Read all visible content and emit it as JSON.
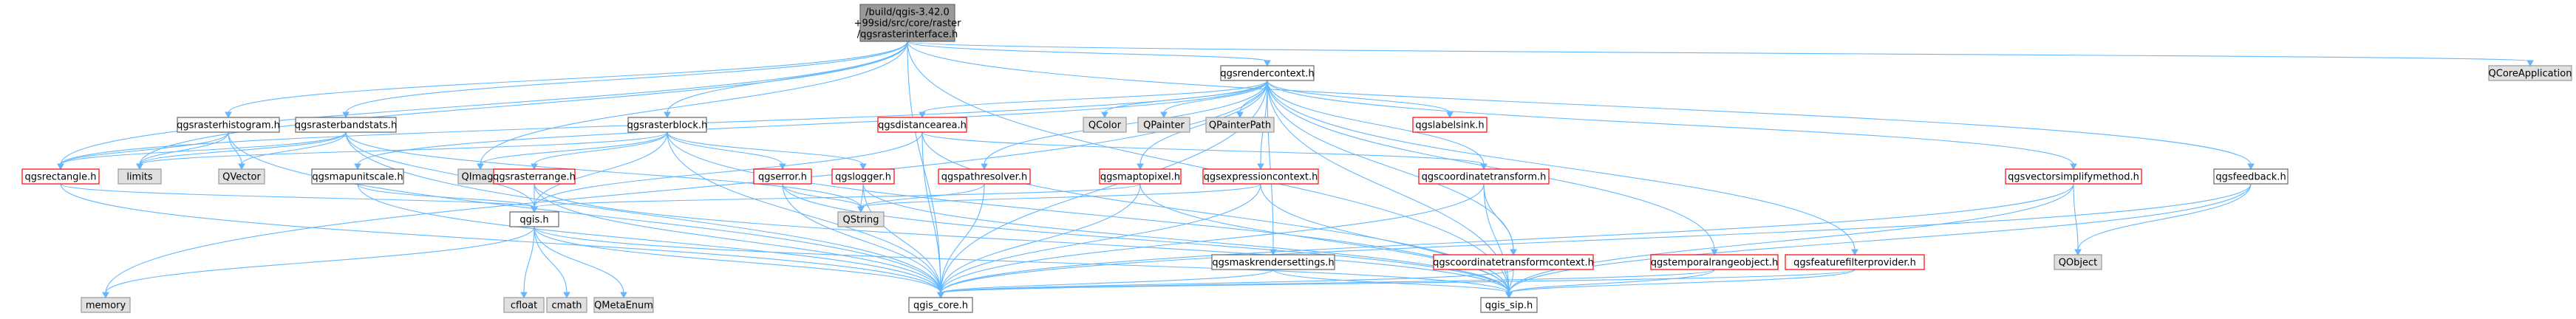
{
  "graph": {
    "root": "root",
    "colors": {
      "edge": "#63b8ff",
      "root_fill": "#999999",
      "root_border": "#666666",
      "node_fill": "#ffffff",
      "node_border": "#666666",
      "red_border": "#ff0000",
      "external_fill": "#e0e0e0",
      "external_border": "#999999"
    },
    "nodes": [
      {
        "id": "root",
        "lines": [
          "/build/qgis-3.42.0",
          "+99sid/src/core/raster",
          "/qgsrasterinterface.h"
        ],
        "kind": "root"
      },
      {
        "id": "qgsrendercontext",
        "lines": [
          "qgsrendercontext.h"
        ],
        "kind": "normal"
      },
      {
        "id": "QCoreApplication",
        "lines": [
          "QCoreApplication"
        ],
        "kind": "external"
      },
      {
        "id": "qgsrasterhistogram",
        "lines": [
          "qgsrasterhistogram.h"
        ],
        "kind": "normal"
      },
      {
        "id": "qgsrasterbandstats",
        "lines": [
          "qgsrasterbandstats.h"
        ],
        "kind": "normal"
      },
      {
        "id": "qgsrasterblock",
        "lines": [
          "qgsrasterblock.h"
        ],
        "kind": "normal"
      },
      {
        "id": "qgsdistancearea",
        "lines": [
          "qgsdistancearea.h"
        ],
        "kind": "red"
      },
      {
        "id": "QColor",
        "lines": [
          "QColor"
        ],
        "kind": "external"
      },
      {
        "id": "QPainter",
        "lines": [
          "QPainter"
        ],
        "kind": "external"
      },
      {
        "id": "QPainterPath",
        "lines": [
          "QPainterPath"
        ],
        "kind": "external"
      },
      {
        "id": "qgslabelsink",
        "lines": [
          "qgslabelsink.h"
        ],
        "kind": "red"
      },
      {
        "id": "qgsrectangle",
        "lines": [
          "qgsrectangle.h"
        ],
        "kind": "red"
      },
      {
        "id": "limits",
        "lines": [
          "limits"
        ],
        "kind": "external"
      },
      {
        "id": "QVector",
        "lines": [
          "QVector"
        ],
        "kind": "external"
      },
      {
        "id": "QImage",
        "lines": [
          "QImage"
        ],
        "kind": "external"
      },
      {
        "id": "qgsmapunitscale",
        "lines": [
          "qgsmapunitscale.h"
        ],
        "kind": "normal"
      },
      {
        "id": "qgsrasterrange",
        "lines": [
          "qgsrasterrange.h"
        ],
        "kind": "red"
      },
      {
        "id": "qgserror",
        "lines": [
          "qgserror.h"
        ],
        "kind": "red"
      },
      {
        "id": "qgslogger",
        "lines": [
          "qgslogger.h"
        ],
        "kind": "red"
      },
      {
        "id": "qgspathresolver",
        "lines": [
          "qgspathresolver.h"
        ],
        "kind": "red"
      },
      {
        "id": "qgsmaptopixel",
        "lines": [
          "qgsmaptopixel.h"
        ],
        "kind": "red"
      },
      {
        "id": "qgsexpressioncontext",
        "lines": [
          "qgsexpressioncontext.h"
        ],
        "kind": "red"
      },
      {
        "id": "qgscoordinatetransform",
        "lines": [
          "qgscoordinatetransform.h"
        ],
        "kind": "red"
      },
      {
        "id": "qgsvectorsimplifymethod",
        "lines": [
          "qgsvectorsimplifymethod.h"
        ],
        "kind": "red"
      },
      {
        "id": "qgsfeedback",
        "lines": [
          "qgsfeedback.h"
        ],
        "kind": "normal"
      },
      {
        "id": "QString",
        "lines": [
          "QString"
        ],
        "kind": "external"
      },
      {
        "id": "qgis",
        "lines": [
          "qgis.h"
        ],
        "kind": "normal"
      },
      {
        "id": "qgsmaskrendersettings",
        "lines": [
          "qgsmaskrendersettings.h"
        ],
        "kind": "normal"
      },
      {
        "id": "qgscoordinatetransformcontext",
        "lines": [
          "qgscoordinatetransformcontext.h"
        ],
        "kind": "red"
      },
      {
        "id": "qgstemporalrangeobject",
        "lines": [
          "qgstemporalrangeobject.h"
        ],
        "kind": "red"
      },
      {
        "id": "qgsfeaturefilterprovider",
        "lines": [
          "qgsfeaturefilterprovider.h"
        ],
        "kind": "red"
      },
      {
        "id": "QObject",
        "lines": [
          "QObject"
        ],
        "kind": "external"
      },
      {
        "id": "memory",
        "lines": [
          "memory"
        ],
        "kind": "external"
      },
      {
        "id": "cfloat",
        "lines": [
          "cfloat"
        ],
        "kind": "external"
      },
      {
        "id": "cmath",
        "lines": [
          "cmath"
        ],
        "kind": "external"
      },
      {
        "id": "QMetaEnum",
        "lines": [
          "QMetaEnum"
        ],
        "kind": "external"
      },
      {
        "id": "qgis_core",
        "lines": [
          "qgis_core.h"
        ],
        "kind": "normal"
      },
      {
        "id": "qgis_sip",
        "lines": [
          "qgis_sip.h"
        ],
        "kind": "normal"
      }
    ],
    "edges": [
      [
        "root",
        "qgsrendercontext"
      ],
      [
        "root",
        "QCoreApplication"
      ],
      [
        "root",
        "qgsrasterhistogram"
      ],
      [
        "root",
        "qgsrasterbandstats"
      ],
      [
        "root",
        "qgsrasterblock"
      ],
      [
        "root",
        "QImage"
      ],
      [
        "root",
        "qgsrectangle"
      ],
      [
        "root",
        "limits"
      ],
      [
        "root",
        "qgsfeedback"
      ],
      [
        "root",
        "qgis_core"
      ],
      [
        "root",
        "qgis_sip"
      ],
      [
        "qgsrendercontext",
        "QColor"
      ],
      [
        "qgsrendercontext",
        "QPainter"
      ],
      [
        "qgsrendercontext",
        "QPainterPath"
      ],
      [
        "qgsrendercontext",
        "qgslabelsink"
      ],
      [
        "qgsrendercontext",
        "qgsdistancearea"
      ],
      [
        "qgsrendercontext",
        "qgscoordinatetransform"
      ],
      [
        "qgsrendercontext",
        "qgsmaptopixel"
      ],
      [
        "qgsrendercontext",
        "qgsexpressioncontext"
      ],
      [
        "qgsrendercontext",
        "qgspathresolver"
      ],
      [
        "qgsrendercontext",
        "qgsvectorsimplifymethod"
      ],
      [
        "qgsrendercontext",
        "qgsfeaturefilterprovider"
      ],
      [
        "qgsrendercontext",
        "qgstemporalrangeobject"
      ],
      [
        "qgsrendercontext",
        "qgscoordinatetransformcontext"
      ],
      [
        "qgsrendercontext",
        "qgsmaskrendersettings"
      ],
      [
        "qgsrendercontext",
        "qgsmapunitscale"
      ],
      [
        "qgsrendercontext",
        "qgsrectangle"
      ],
      [
        "qgsrendercontext",
        "memory"
      ],
      [
        "qgsrendercontext",
        "qgis_core"
      ],
      [
        "qgsrendercontext",
        "qgis_sip"
      ],
      [
        "qgsrasterhistogram",
        "qgsrectangle"
      ],
      [
        "qgsrasterhistogram",
        "limits"
      ],
      [
        "qgsrasterhistogram",
        "QVector"
      ],
      [
        "qgsrasterhistogram",
        "qgis_core"
      ],
      [
        "qgsrasterbandstats",
        "qgsrectangle"
      ],
      [
        "qgsrasterbandstats",
        "limits"
      ],
      [
        "qgsrasterbandstats",
        "QVector"
      ],
      [
        "qgsrasterbandstats",
        "QString"
      ],
      [
        "qgsrasterbandstats",
        "qgis"
      ],
      [
        "qgsrasterbandstats",
        "qgis_core"
      ],
      [
        "qgsrasterblock",
        "limits"
      ],
      [
        "qgsrasterblock",
        "QImage"
      ],
      [
        "qgsrasterblock",
        "qgis"
      ],
      [
        "qgsrasterblock",
        "qgserror"
      ],
      [
        "qgsrasterblock",
        "qgslogger"
      ],
      [
        "qgsrasterblock",
        "qgsrasterrange"
      ],
      [
        "qgsrasterblock",
        "qgis_core"
      ],
      [
        "qgsrasterblock",
        "qgis_sip"
      ],
      [
        "qgsdistancearea",
        "qgscoordinatetransform"
      ],
      [
        "qgsdistancearea",
        "qgis"
      ],
      [
        "qgsdistancearea",
        "qgis_core"
      ],
      [
        "qgsdistancearea",
        "qgis_sip"
      ],
      [
        "qgsrectangle",
        "qgis"
      ],
      [
        "qgsrectangle",
        "qgis_core"
      ],
      [
        "qgsmapunitscale",
        "qgis"
      ],
      [
        "qgsmapunitscale",
        "qgis_core"
      ],
      [
        "qgsrasterrange",
        "qgis"
      ],
      [
        "qgsrasterrange",
        "qgis_core"
      ],
      [
        "qgsrasterrange",
        "qgis_sip"
      ],
      [
        "qgserror",
        "QString"
      ],
      [
        "qgserror",
        "qgis_core"
      ],
      [
        "qgserror",
        "qgis_sip"
      ],
      [
        "qgslogger",
        "QString"
      ],
      [
        "qgslogger",
        "qgis_core"
      ],
      [
        "qgslogger",
        "qgis_sip"
      ],
      [
        "qgspathresolver",
        "QString"
      ],
      [
        "qgspathresolver",
        "qgis_core"
      ],
      [
        "qgsmaptopixel",
        "qgis"
      ],
      [
        "qgsmaptopixel",
        "qgis_core"
      ],
      [
        "qgsmaptopixel",
        "qgis_sip"
      ],
      [
        "qgsexpressioncontext",
        "QString"
      ],
      [
        "qgsexpressioncontext",
        "qgis_core"
      ],
      [
        "qgsexpressioncontext",
        "qgis_sip"
      ],
      [
        "qgscoordinatetransform",
        "qgscoordinatetransformcontext"
      ],
      [
        "qgscoordinatetransform",
        "qgis_core"
      ],
      [
        "qgscoordinatetransform",
        "qgis_sip"
      ],
      [
        "qgscoordinatetransformcontext",
        "qgis_core"
      ],
      [
        "qgscoordinatetransformcontext",
        "qgis_sip"
      ],
      [
        "qgsmaskrendersettings",
        "qgis_core"
      ],
      [
        "qgsmaskrendersettings",
        "qgis_sip"
      ],
      [
        "qgstemporalrangeobject",
        "qgis_core"
      ],
      [
        "qgstemporalrangeobject",
        "qgis_sip"
      ],
      [
        "qgsfeaturefilterprovider",
        "qgis_core"
      ],
      [
        "qgsfeaturefilterprovider",
        "qgis_sip"
      ],
      [
        "qgsvectorsimplifymethod",
        "qgis_core"
      ],
      [
        "qgsvectorsimplifymethod",
        "qgis_sip"
      ],
      [
        "qgsvectorsimplifymethod",
        "QObject"
      ],
      [
        "qgsfeedback",
        "QObject"
      ],
      [
        "qgsfeedback",
        "qgis_core"
      ],
      [
        "qgsfeedback",
        "qgis_sip"
      ],
      [
        "qgis",
        "memory"
      ],
      [
        "qgis",
        "cfloat"
      ],
      [
        "qgis",
        "cmath"
      ],
      [
        "qgis",
        "QMetaEnum"
      ],
      [
        "qgis",
        "qgis_core"
      ],
      [
        "qgis",
        "qgis_sip"
      ]
    ]
  }
}
